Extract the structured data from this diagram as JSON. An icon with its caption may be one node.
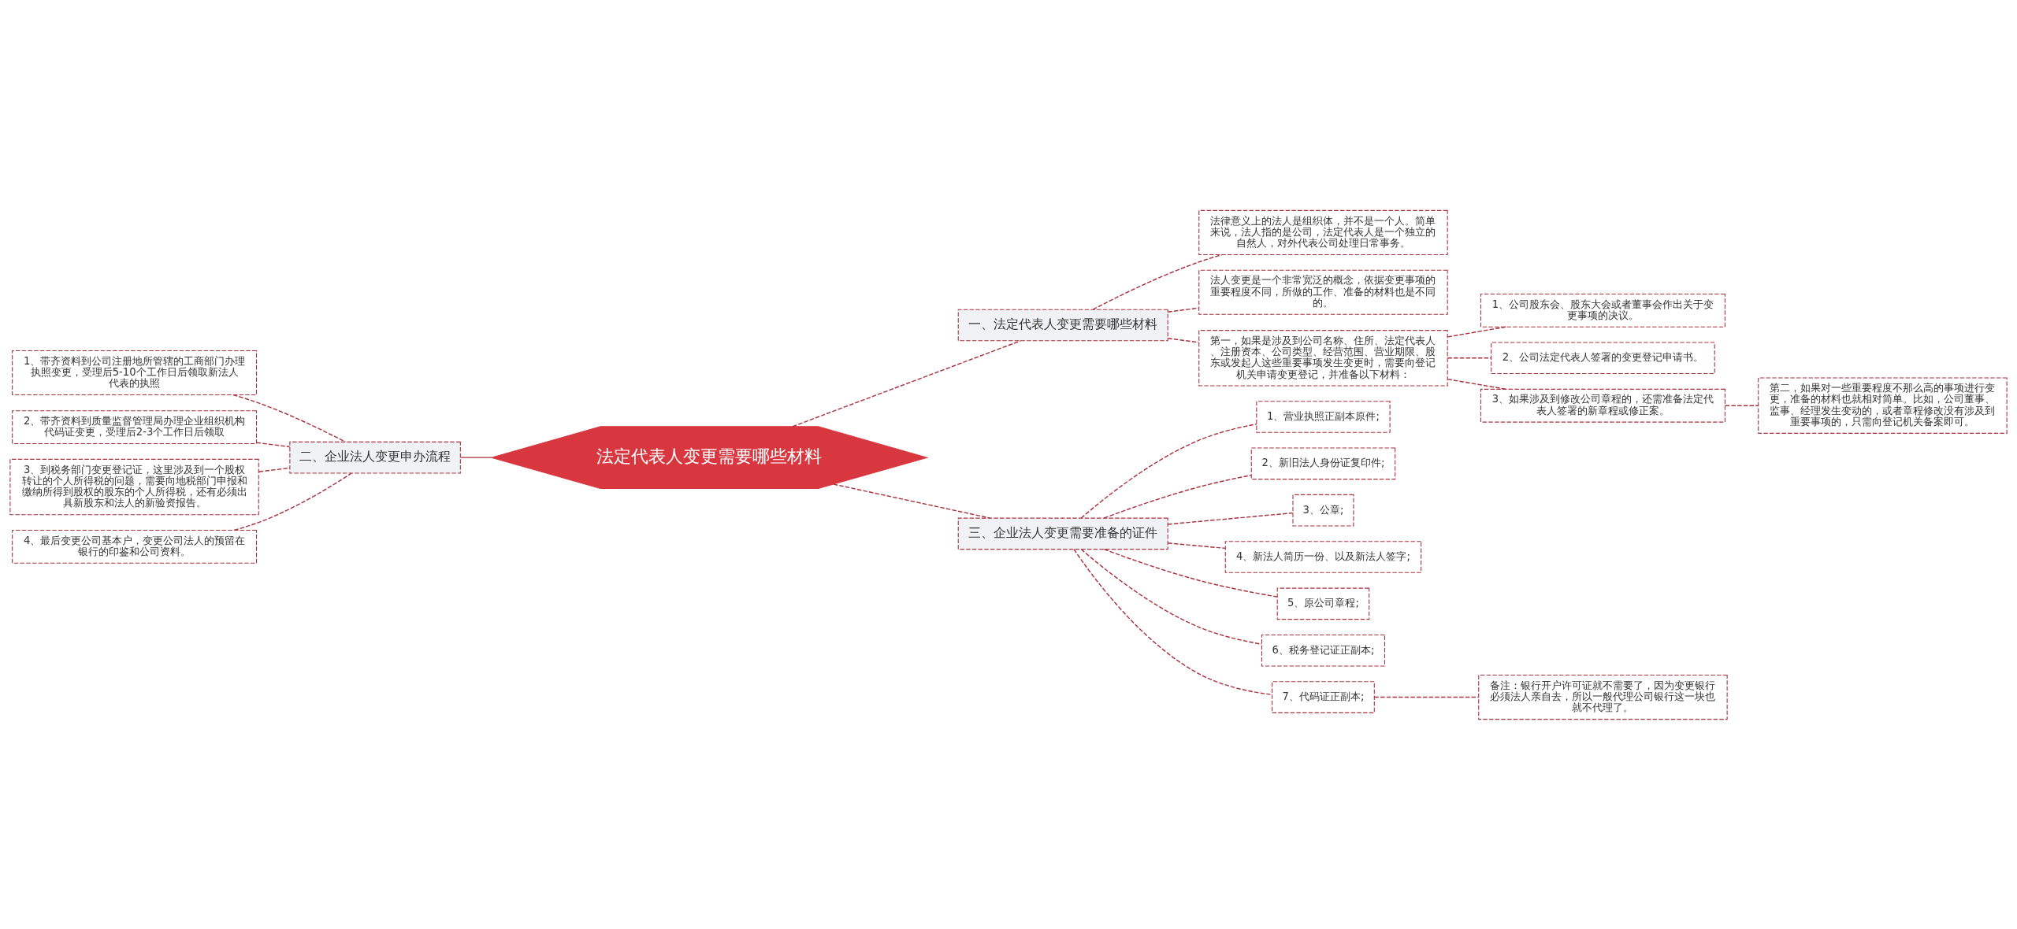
{
  "diagram": {
    "nodes": [
      {
        "text": [
          "法定代表人变更需要哪些材料"
        ]
      },
      {
        "text": [
          "一、法定代表人变更需要哪些材料"
        ]
      },
      {
        "text": [
          "法律意义上的法人是组织体，并不是一个人。简单来说，法人指的是公司，法定代表人是一个独立的自然人，对外代表公司处理日常事务。"
        ]
      },
      {
        "text": [
          "法人变更是一个非常宽泛的概念，依据变更事项的重要程度不同，所做的工作、准备的材料也是不同的。"
        ]
      },
      {
        "text": [
          "第一，如果是涉及到公司名称、住所、法定代表人、注册资本、公司类型、经营范围、营业期限、股东或发起人这些重要事项发生变更时，需要向登记机关申请变更登记，并准备以下材料："
        ]
      },
      {
        "text": [
          "1、公司股东会、股东大会或者董事会作出关于变更事项的决议。"
        ]
      },
      {
        "text": [
          "2、公司法定代表人签署的变更登记申请书。"
        ]
      },
      {
        "text": [
          "3、如果涉及到修改公司章程的，还需准备法定代表人签署的新章程或修正案。"
        ]
      },
      {
        "text": [
          "第二，如果对一些重要程度不那么高的事项进行变更，准备的材料也就相对简单。比如，公司董事、监事、经理发生变动的，或者章程修改没有涉及到重要事项的，只需向登记机关备案即可。"
        ]
      },
      {
        "text": [
          "三、企业法人变更需要准备的证件"
        ]
      },
      {
        "text": [
          "1、营业执照正副本原件;"
        ]
      },
      {
        "text": [
          "2、新旧法人身份证复印件;"
        ]
      },
      {
        "text": [
          "3、公章;"
        ]
      },
      {
        "text": [
          "4、新法人简历一份、以及新法人签字;"
        ]
      },
      {
        "text": [
          "5、原公司章程;"
        ]
      },
      {
        "text": [
          "6、税务登记证正副本;"
        ]
      },
      {
        "text": [
          "7、代码证正副本;"
        ]
      },
      {
        "text": [
          "备注：银行开户许可证就不需要了，因为变更银行必须法人亲自去，所以一般代理公司银行这一块也就不代理了。"
        ]
      },
      {
        "text": [
          "二、企业法人变更申办流程"
        ]
      },
      {
        "text": [
          "1、带齐资料到公司注册地所管辖的工商部门办理执照变更，受理后5-10个工作日后领取新法人代表的执照"
        ]
      },
      {
        "text": [
          "2、带齐资料到质量监督管理局办理企业组织机构代码证变更，受理后2-3个工作日后领取"
        ]
      },
      {
        "text": [
          "3、到税务部门变更登记证，这里涉及到一个股权转让的个人所得税的问题，需要向地税部门申报和缴纳所得到股权的股东的个人所得税，还有必须出具新股东和法人的新验资报告。"
        ]
      },
      {
        "text": [
          "4、最后变更公司基本户，变更公司法人的预留在银行的印鉴和公司资料。"
        ]
      }
    ],
    "edges": [
      {
        "from": 0,
        "to": 1,
        "arrow": "none",
        "style": "dashed"
      },
      {
        "from": 1,
        "to": 2,
        "arrow": "none",
        "style": "dashed"
      },
      {
        "from": 1,
        "to": 3,
        "arrow": "none",
        "style": "dashed"
      },
      {
        "from": 1,
        "to": 4,
        "arrow": "none",
        "style": "dashed"
      },
      {
        "from": 4,
        "to": 5,
        "arrow": "none",
        "style": "dashed"
      },
      {
        "from": 4,
        "to": 6,
        "arrow": "none",
        "style": "dashed"
      },
      {
        "from": 4,
        "to": 7,
        "arrow": "none",
        "style": "dashed"
      },
      {
        "from": 7,
        "to": 8,
        "arrow": "none",
        "style": "dashed"
      },
      {
        "from": 0,
        "to": 9,
        "arrow": "none",
        "style": "dashed"
      },
      {
        "from": 9,
        "to": 10,
        "arrow": "none",
        "style": "dashed"
      },
      {
        "from": 9,
        "to": 11,
        "arrow": "none",
        "style": "dashed"
      },
      {
        "from": 9,
        "to": 12,
        "arrow": "none",
        "style": "dashed"
      },
      {
        "from": 9,
        "to": 13,
        "arrow": "none",
        "style": "dashed"
      },
      {
        "from": 9,
        "to": 14,
        "arrow": "none",
        "style": "dashed"
      },
      {
        "from": 9,
        "to": 15,
        "arrow": "none",
        "style": "dashed"
      },
      {
        "from": 9,
        "to": 16,
        "arrow": "none",
        "style": "dashed"
      },
      {
        "from": 16,
        "to": 17,
        "arrow": "none",
        "style": "dashed"
      },
      {
        "from": 19,
        "to": 18,
        "arrow": "none",
        "style": "dashed"
      },
      {
        "from": 20,
        "to": 18,
        "arrow": "none",
        "style": "dashed"
      },
      {
        "from": 21,
        "to": 18,
        "arrow": "none",
        "style": "dashed"
      },
      {
        "from": 22,
        "to": 18,
        "arrow": "none",
        "style": "dashed"
      },
      {
        "from": 18,
        "to": 0,
        "arrow": "none"
      }
    ]
  }
}
